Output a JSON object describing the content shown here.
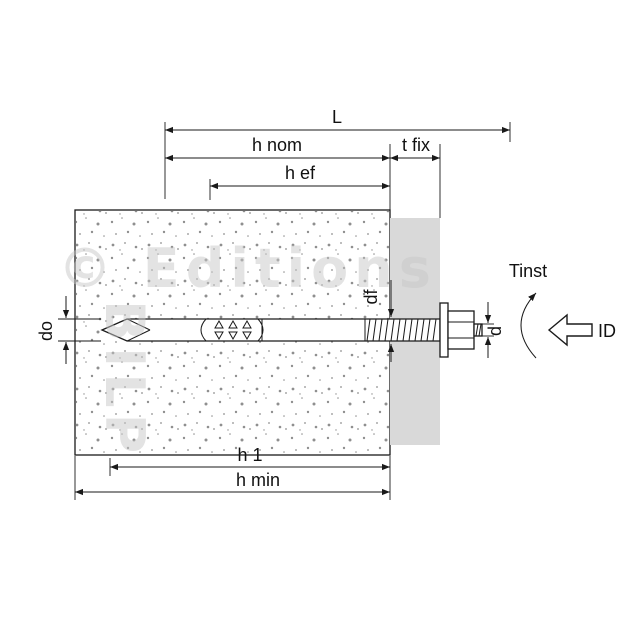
{
  "colors": {
    "line": "#1a1a1a",
    "fixture_fill": "#d9d9d9",
    "watermark": "#c8c8c8",
    "speckle": "#8f8f8f"
  },
  "watermark": {
    "horizontal": "© Editions",
    "vertical": "BILP"
  },
  "dims": {
    "L": "L",
    "h_nom": "h nom",
    "t_fix": "t fix",
    "h_ef": "h ef",
    "do": "do",
    "df": "df",
    "d": "d",
    "h1": "h 1",
    "h_min": "h min"
  },
  "ann": {
    "tinst": "Tinst",
    "id": "ID"
  }
}
